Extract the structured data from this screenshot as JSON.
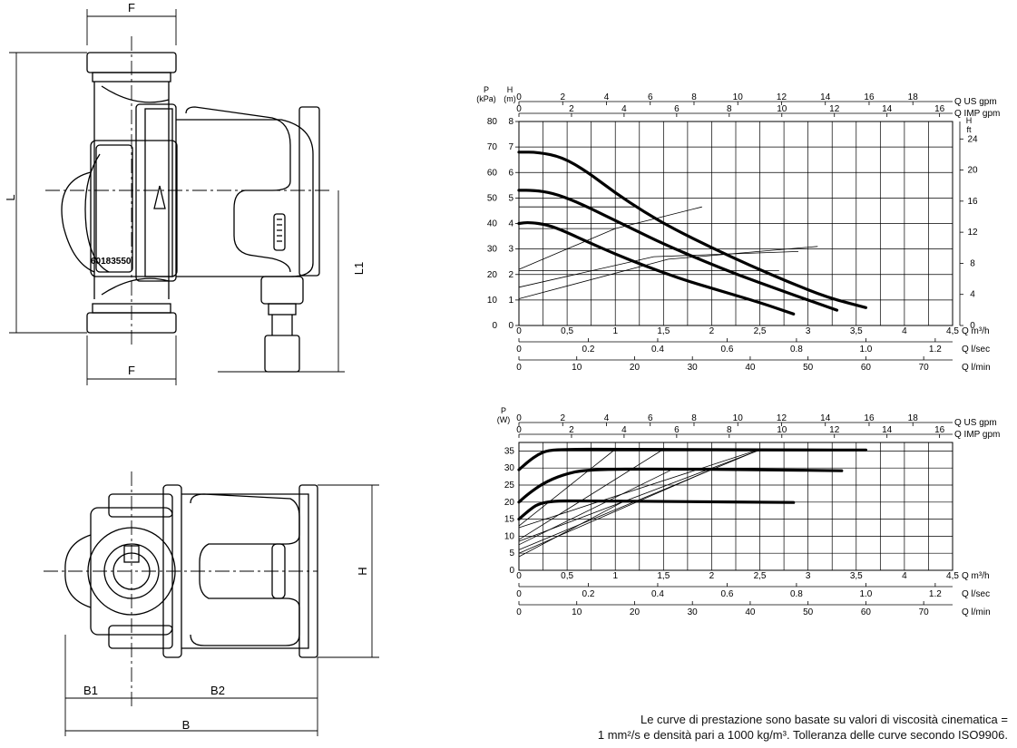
{
  "drawing": {
    "dims_front": {
      "top_width": "F",
      "bottom_width": "F",
      "height": "L",
      "inlet_height": "L1"
    },
    "dims_top": {
      "height": "H",
      "b1": "B1",
      "b2": "B2",
      "total": "B"
    },
    "serial": "60183550"
  },
  "note": {
    "line1": "Le curve di prestazione sono basate su valori di viscosità cinematica =",
    "line2": "1 mm²/s e densità pari a 1000 kg/m³. Tolleranza delle curve secondo ISO9906."
  },
  "chart_data": [
    {
      "type": "line",
      "id": "head",
      "left_axis_title": [
        "P",
        "(kPa)"
      ],
      "inner_axis_title": [
        "H",
        "(m)"
      ],
      "right_axis_title": [
        "H",
        "ft"
      ],
      "top_axes": [
        {
          "label": "Q US gpm",
          "ticks": [
            0,
            2,
            4,
            6,
            8,
            10,
            12,
            14,
            16,
            18
          ],
          "factor": 0.2271
        },
        {
          "label": "Q IMP gpm",
          "ticks": [
            0,
            2,
            4,
            6,
            8,
            10,
            12,
            14,
            16
          ],
          "factor": 0.2728
        }
      ],
      "bottom_axes": [
        {
          "label": "Q m³/h",
          "ticks": [
            "0",
            "0,5",
            "1",
            "1,5",
            "2",
            "2,5",
            "3",
            "3,5",
            "4",
            "4,5"
          ],
          "values": [
            0,
            0.5,
            1,
            1.5,
            2,
            2.5,
            3,
            3.5,
            4,
            4.5
          ]
        },
        {
          "label": "Q l/sec",
          "ticks": [
            "0",
            "0.2",
            "0.4",
            "0.6",
            "0.8",
            "1.0",
            "1.2"
          ],
          "values": [
            0,
            0.2,
            0.4,
            0.6,
            0.8,
            1.0,
            1.2
          ],
          "factor": 3.6
        },
        {
          "label": "Q l/min",
          "ticks": [
            "0",
            "10",
            "20",
            "30",
            "40",
            "50",
            "60",
            "70"
          ],
          "values": [
            0,
            10,
            20,
            30,
            40,
            50,
            60,
            70
          ],
          "factor": 0.06
        }
      ],
      "xlim": [
        0,
        4.5
      ],
      "ylim": [
        0,
        8
      ],
      "left_ticks": [
        "0",
        "10",
        "20",
        "30",
        "40",
        "50",
        "60",
        "70",
        "80"
      ],
      "inner_ticks": [
        "0",
        "1",
        "2",
        "3",
        "4",
        "5",
        "6",
        "7",
        "8"
      ],
      "right_ticks": [
        "0",
        "4",
        "8",
        "12",
        "16",
        "20",
        "24"
      ],
      "right_factor": 0.3048,
      "series": [
        {
          "x": [
            0,
            0.2,
            0.45,
            0.7,
            1.0,
            1.3,
            1.6,
            2.0,
            2.4,
            2.8,
            3.2,
            3.6
          ],
          "y": [
            6.8,
            6.8,
            6.6,
            6.05,
            5.2,
            4.45,
            3.8,
            3.05,
            2.35,
            1.7,
            1.1,
            0.7
          ]
        },
        {
          "x": [
            0,
            0.15,
            0.35,
            0.6,
            0.9,
            1.2,
            1.5,
            1.9,
            2.3,
            2.7,
            3.0,
            3.3
          ],
          "y": [
            5.3,
            5.3,
            5.2,
            4.85,
            4.3,
            3.75,
            3.2,
            2.55,
            1.95,
            1.4,
            1.0,
            0.6
          ]
        },
        {
          "x": [
            0,
            0.1,
            0.3,
            0.5,
            0.7,
            1.0,
            1.3,
            1.7,
            2.1,
            2.5,
            2.85
          ],
          "y": [
            4.0,
            4.05,
            3.95,
            3.65,
            3.3,
            2.8,
            2.35,
            1.8,
            1.35,
            0.9,
            0.45
          ]
        }
      ],
      "thin_lines": [
        [
          [
            0,
            3.8
          ],
          [
            1.0,
            3.8
          ]
        ],
        [
          [
            0,
            4.65
          ],
          [
            1.2,
            4.65
          ]
        ],
        [
          [
            0,
            2.15
          ],
          [
            2.7,
            2.15
          ]
        ],
        [
          [
            0,
            1.05
          ],
          [
            1.55,
            2.6
          ],
          [
            3.1,
            3.1
          ]
        ],
        [
          [
            0,
            1.5
          ],
          [
            1.4,
            2.7
          ],
          [
            2.9,
            2.9
          ]
        ],
        [
          [
            0,
            2.2
          ],
          [
            1.0,
            3.8
          ],
          [
            1.9,
            4.65
          ]
        ]
      ]
    },
    {
      "type": "line",
      "id": "power",
      "left_axis_title": [
        "P",
        "(W)"
      ],
      "top_axes": [
        {
          "label": "Q US gpm",
          "ticks": [
            0,
            2,
            4,
            6,
            8,
            10,
            12,
            14,
            16,
            18
          ],
          "factor": 0.2271
        },
        {
          "label": "Q IMP gpm",
          "ticks": [
            0,
            2,
            4,
            6,
            8,
            10,
            12,
            14,
            16
          ],
          "factor": 0.2728
        }
      ],
      "bottom_axes": [
        {
          "label": "Q m³/h",
          "ticks": [
            "0",
            "0,5",
            "1",
            "1,5",
            "2",
            "2,5",
            "3",
            "3,5",
            "4",
            "4,5"
          ],
          "values": [
            0,
            0.5,
            1,
            1.5,
            2,
            2.5,
            3,
            3.5,
            4,
            4.5
          ]
        },
        {
          "label": "Q l/sec",
          "ticks": [
            "0",
            "0.2",
            "0.4",
            "0.6",
            "0.8",
            "1.0",
            "1.2"
          ],
          "values": [
            0,
            0.2,
            0.4,
            0.6,
            0.8,
            1.0,
            1.2
          ],
          "factor": 3.6
        },
        {
          "label": "Q l/min",
          "ticks": [
            "0",
            "10",
            "20",
            "30",
            "40",
            "50",
            "60",
            "70"
          ],
          "values": [
            0,
            10,
            20,
            30,
            40,
            50,
            60,
            70
          ],
          "factor": 0.06
        }
      ],
      "xlim": [
        0,
        4.5
      ],
      "ylim": [
        0,
        37.5
      ],
      "left_ticks": [
        "0",
        "5",
        "10",
        "15",
        "20",
        "25",
        "30",
        "35"
      ],
      "series": [
        {
          "x": [
            0,
            0.1,
            0.2,
            0.3,
            0.5,
            1.0,
            2.0,
            3.0,
            3.6
          ],
          "y": [
            29.5,
            32,
            34,
            35.2,
            35.5,
            35.5,
            35.4,
            35.3,
            35.3
          ]
        },
        {
          "x": [
            0,
            0.1,
            0.25,
            0.45,
            0.7,
            1.5,
            2.5,
            3.35
          ],
          "y": [
            20,
            22.5,
            25.5,
            28,
            29.6,
            29.7,
            29.5,
            29.2
          ]
        },
        {
          "x": [
            0,
            0.1,
            0.2,
            0.35,
            0.6,
            1.5,
            2.85
          ],
          "y": [
            15,
            17.5,
            19.5,
            20.3,
            20.4,
            20.2,
            19.9
          ]
        }
      ],
      "thin_lines": [
        [
          [
            0,
            13
          ],
          [
            1.0,
            35.5
          ]
        ],
        [
          [
            0,
            9
          ],
          [
            1.5,
            35.5
          ]
        ],
        [
          [
            0,
            7.5
          ],
          [
            1.6,
            29.7
          ]
        ],
        [
          [
            0,
            12.5
          ],
          [
            2.5,
            35.5
          ]
        ],
        [
          [
            0,
            5
          ],
          [
            2.0,
            29.6
          ]
        ],
        [
          [
            0,
            6
          ],
          [
            2.5,
            35.4
          ]
        ],
        [
          [
            0,
            4
          ],
          [
            1.1,
            20.4
          ]
        ],
        [
          [
            0,
            8.5
          ],
          [
            2.5,
            35.3
          ]
        ]
      ]
    }
  ]
}
